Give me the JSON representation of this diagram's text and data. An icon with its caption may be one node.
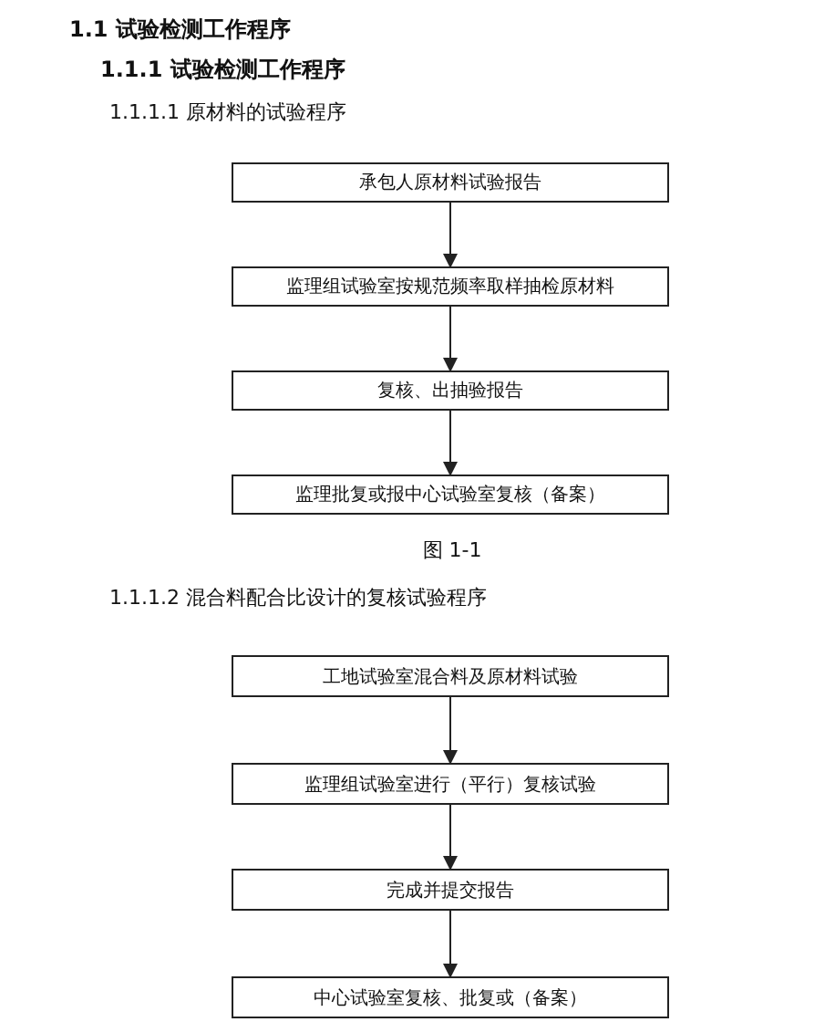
{
  "diagram": {
    "title": "1.1 试验检测工作程序",
    "nodes": [
      {
        "text": [
          "承包人原材料试验报告"
        ]
      },
      {
        "text": [
          "监理组试验室按规范频率取样抽检原材料"
        ]
      },
      {
        "text": [
          "复核、出抽验报告"
        ]
      },
      {
        "text": [
          "监理批复或报中心试验室复核（备案）"
        ]
      },
      {
        "text": [
          "工地试验室混合料及原材料试验"
        ]
      },
      {
        "text": [
          "监理组试验室进行（平行）复核试验"
        ]
      },
      {
        "text": [
          "完成并提交报告"
        ]
      },
      {
        "text": [
          "中心试验室复核、批复或（备案）"
        ]
      }
    ],
    "edges": [
      {
        "from": 0,
        "to": 1,
        "arrow": "to"
      },
      {
        "from": 1,
        "to": 2,
        "arrow": "to"
      },
      {
        "from": 2,
        "to": 3,
        "arrow": "to"
      },
      {
        "from": 4,
        "to": 5,
        "arrow": "to"
      },
      {
        "from": 5,
        "to": 6,
        "arrow": "to"
      },
      {
        "from": 6,
        "to": 7,
        "arrow": "to"
      }
    ],
    "labels": [
      "1.1.1 试验检测工作程序",
      "1.1.1.1 原材料的试验程序",
      "图 1-1",
      "1.1.1.2 混合料配合比设计的复核试验程序"
    ]
  }
}
